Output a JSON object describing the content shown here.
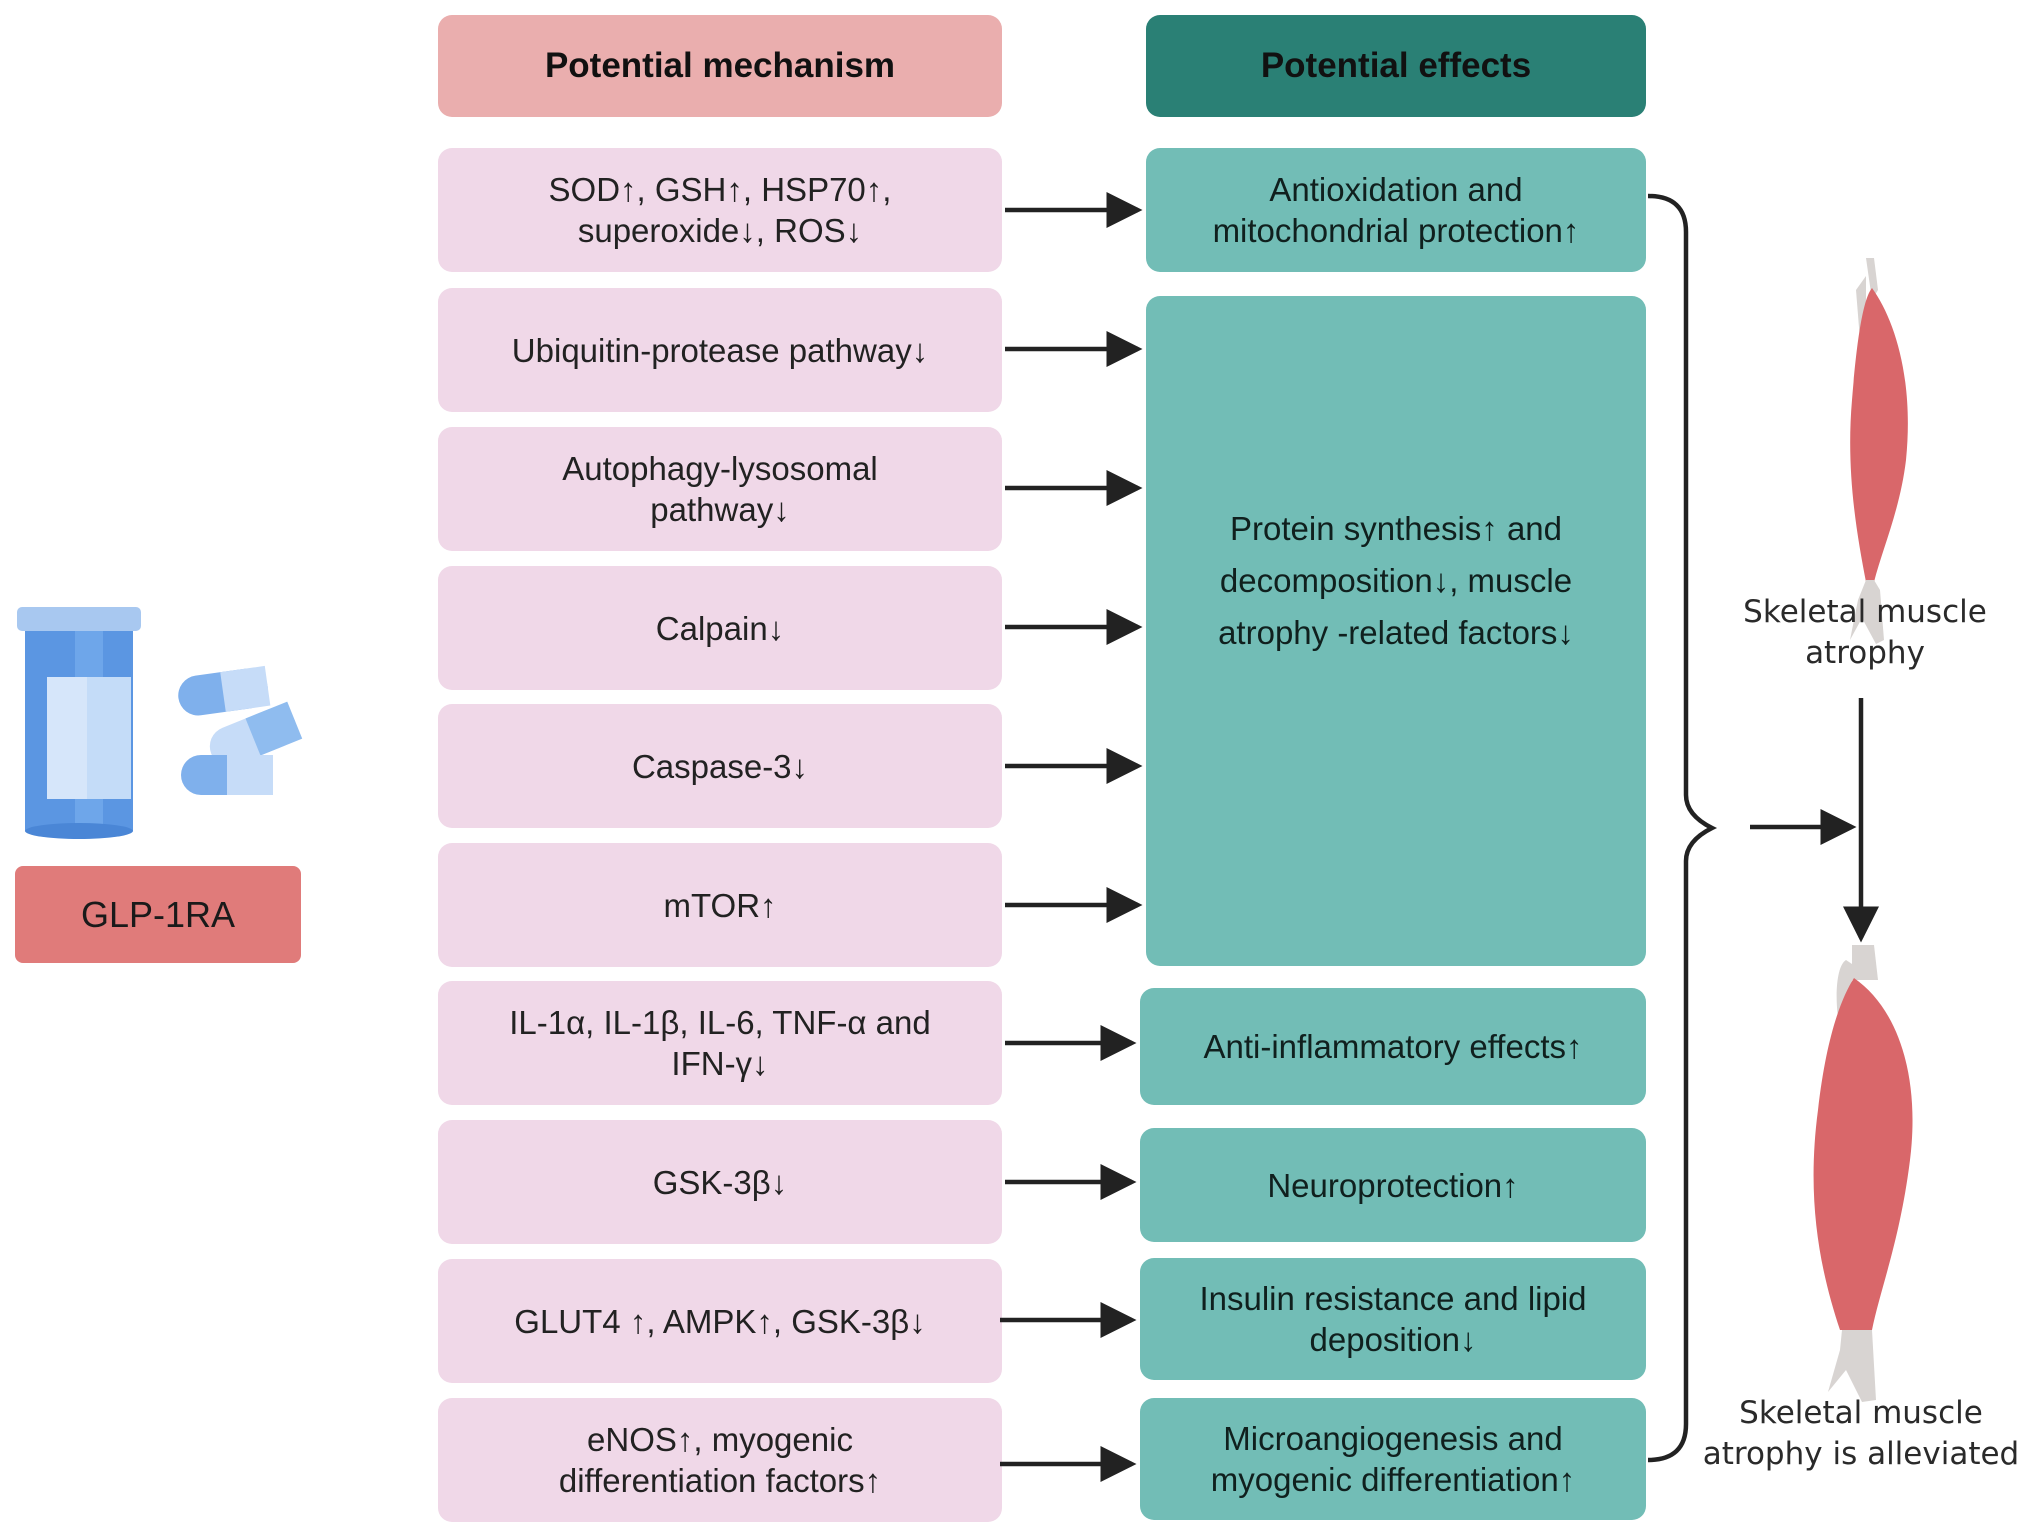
{
  "drug": {
    "label": "GLP-1RA",
    "icon": "pill-bottle-icon"
  },
  "colors": {
    "mechanism_header": "#eaaeae",
    "mechanism_box": "#f0d8e8",
    "effects_header": "#2a8075",
    "effects_box": "#72bdb6",
    "drug_label": "#e07b7a",
    "muscle": "#d9676a",
    "arrow": "#222222"
  },
  "headers": {
    "mechanism": "Potential mechanism",
    "effects": "Potential effects"
  },
  "mechanisms": [
    {
      "lines": [
        "SOD↑, GSH↑, HSP70↑,",
        "superoxide↓, ROS↓"
      ]
    },
    {
      "lines": [
        "Ubiquitin-protease pathway↓"
      ]
    },
    {
      "lines": [
        "Autophagy-lysosomal",
        "pathway↓"
      ]
    },
    {
      "lines": [
        "Calpain↓"
      ]
    },
    {
      "lines": [
        "Caspase-3↓"
      ]
    },
    {
      "lines": [
        "mTOR↑"
      ]
    },
    {
      "lines": [
        "IL-1α, IL-1β, IL-6, TNF-α and",
        "IFN-γ↓"
      ]
    },
    {
      "lines": [
        "GSK-3β↓"
      ]
    },
    {
      "lines": [
        "GLUT4 ↑, AMPK↑, GSK-3β↓"
      ]
    },
    {
      "lines": [
        "eNOS↑, myogenic",
        "differentiation factors↑"
      ]
    }
  ],
  "effects": [
    {
      "lines": [
        "Antioxidation and",
        "mitochondrial protection↑"
      ]
    },
    {
      "lines": [
        "Protein synthesis↑ and",
        "decomposition↓, muscle",
        "atrophy -related factors↓"
      ]
    },
    {
      "lines": [
        "Anti-inflammatory effects↑"
      ]
    },
    {
      "lines": [
        "Neuroprotection↑"
      ]
    },
    {
      "lines": [
        "Insulin resistance and lipid",
        "deposition↓"
      ]
    },
    {
      "lines": [
        "Microangiogenesis and",
        "myogenic differentiation↑"
      ]
    }
  ],
  "outcomes": {
    "before": {
      "lines": [
        "Skeletal muscle",
        "atrophy"
      ],
      "icon": "atrophied-muscle-icon"
    },
    "after": {
      "lines": [
        "Skeletal muscle",
        "atrophy is alleviated"
      ],
      "icon": "healthy-muscle-icon"
    }
  }
}
